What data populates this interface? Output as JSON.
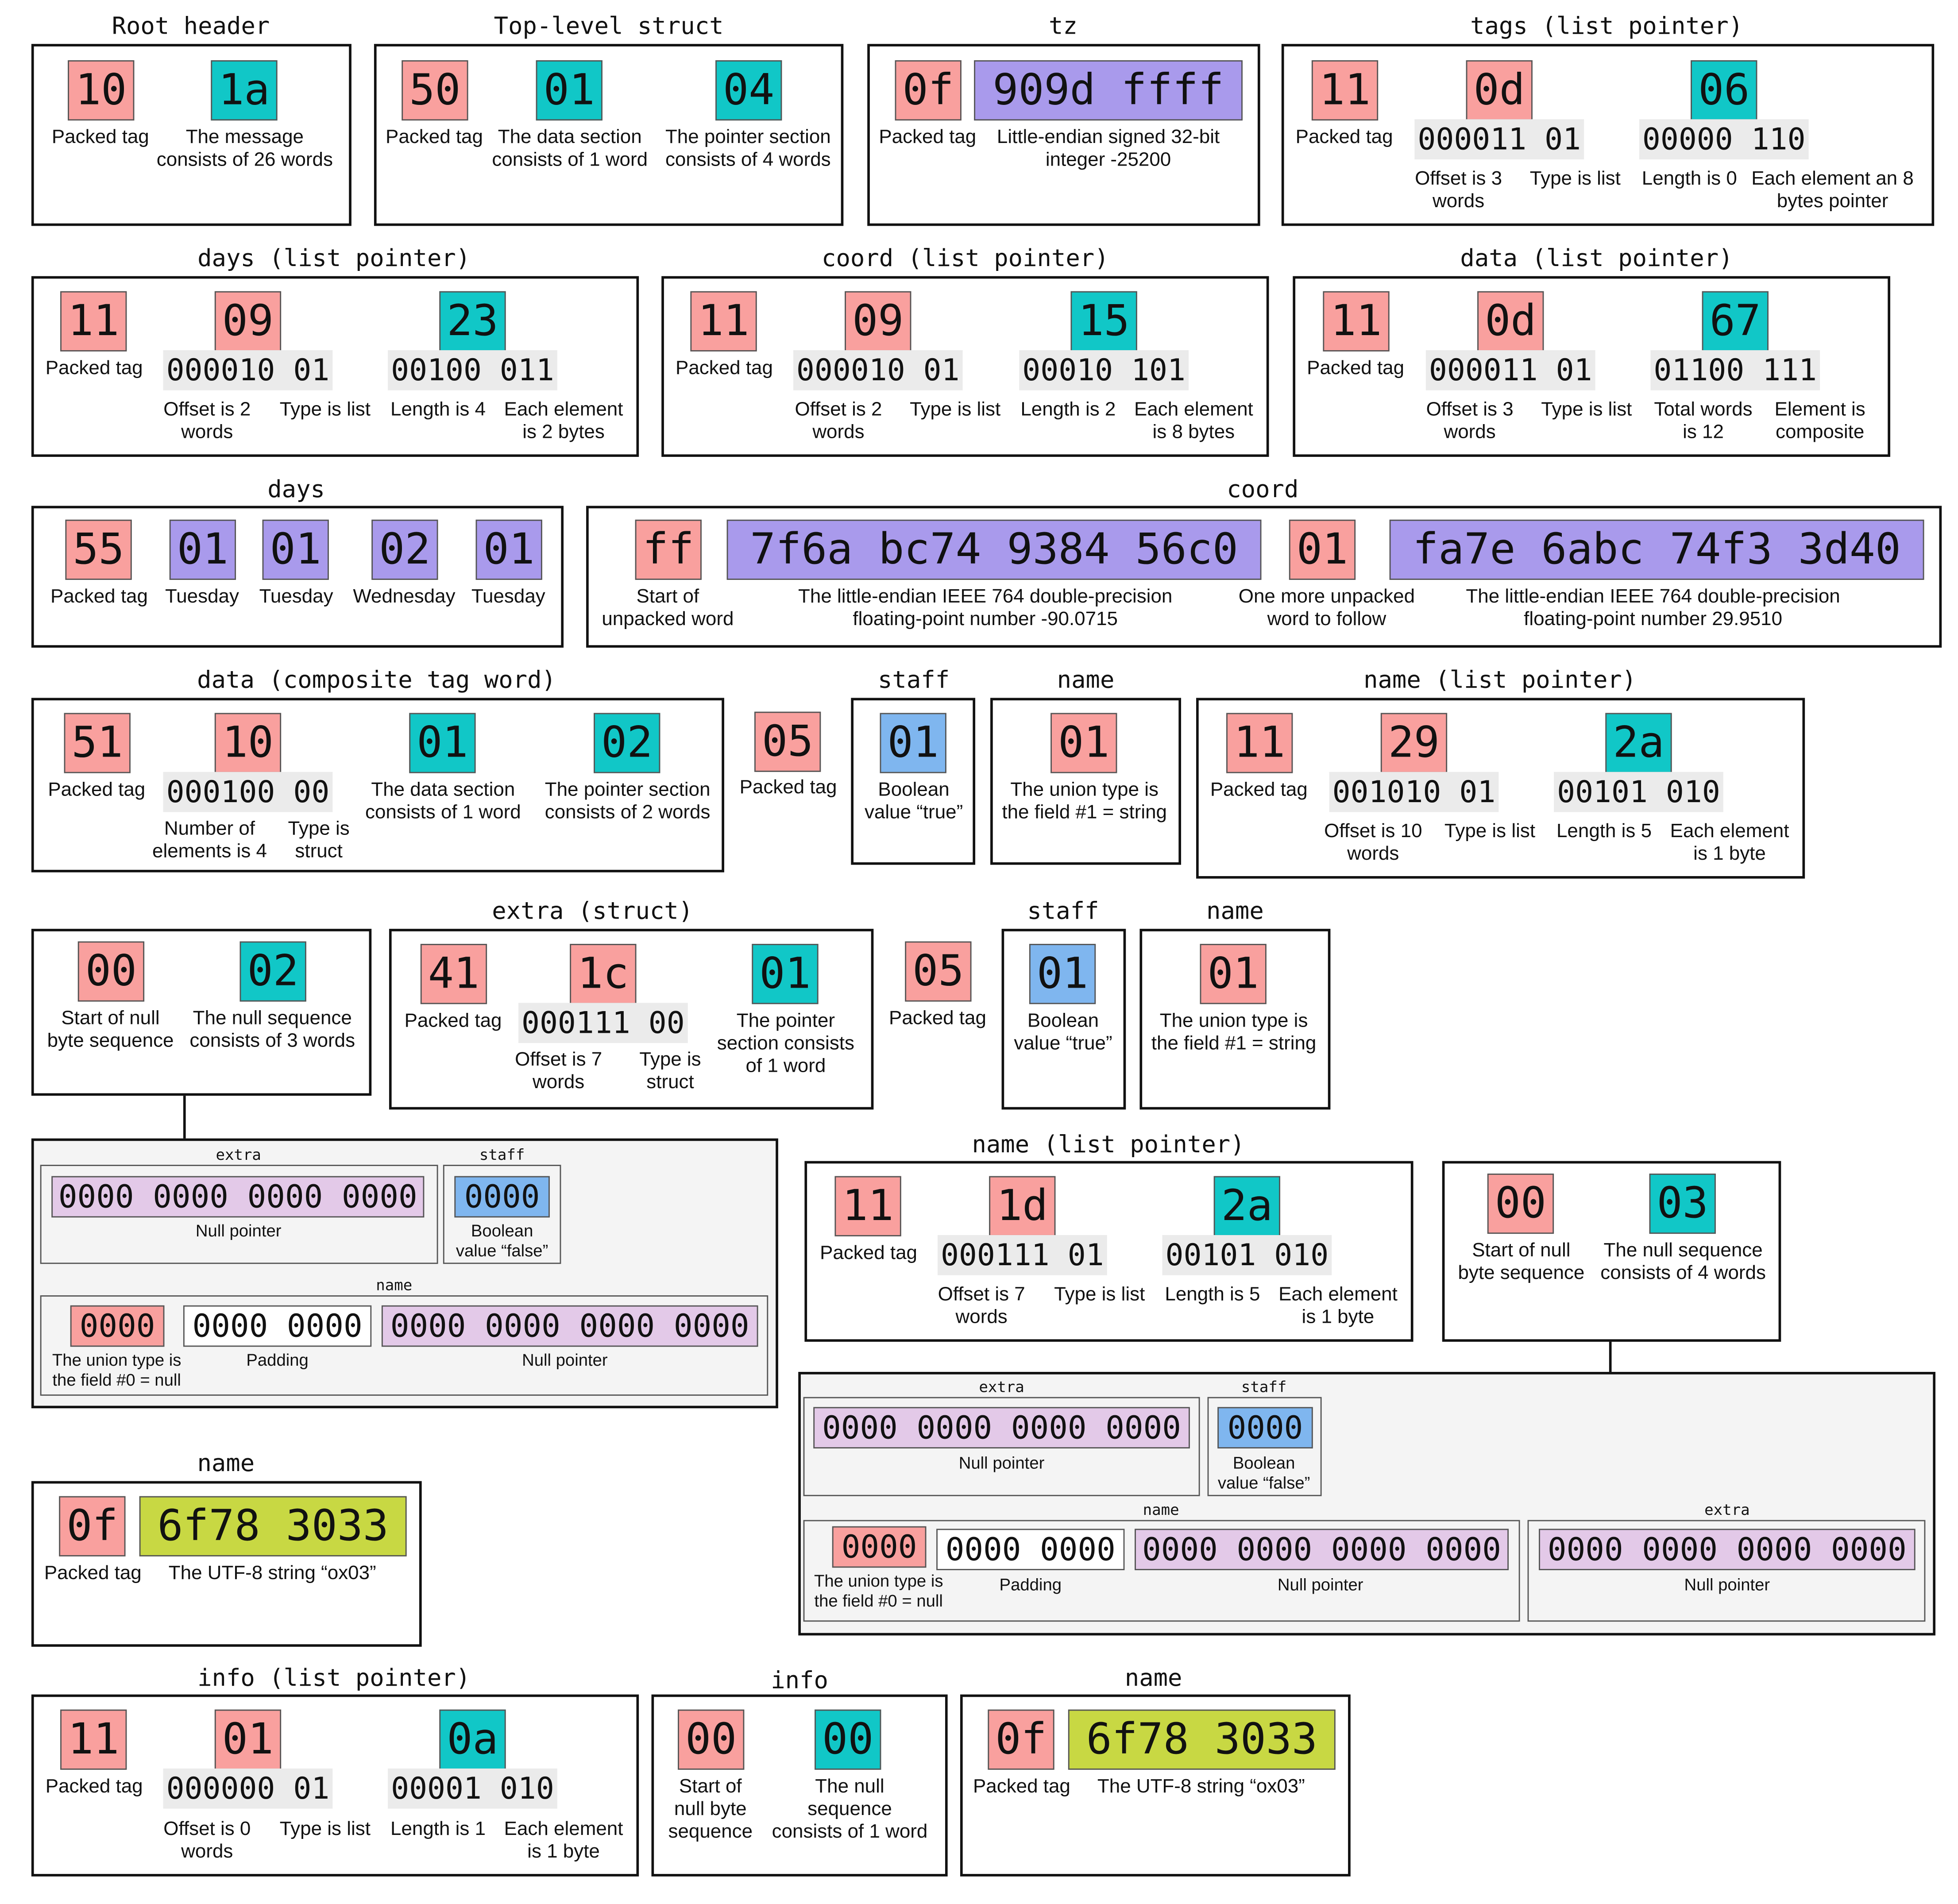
{
  "colors": {
    "tag": "#f9a09e",
    "count": "#11c7c7",
    "boolean": "#7fb6ef",
    "value": "#a99aec",
    "null_pointer": "#e3c9e8",
    "string": "#c8d843",
    "binary": "#ebebeb"
  },
  "root": {
    "title": "Root header",
    "tag": "10",
    "count": "1a",
    "tag_label": "Packed tag",
    "count_label": "The message\nconsists of 26 words"
  },
  "top": {
    "title": "Top-level struct",
    "tag": "50",
    "data": "01",
    "ptr": "04",
    "tag_label": "Packed tag",
    "data_label": "The data section\nconsists of 1 word",
    "ptr_label": "The pointer section\nconsists of 4 words"
  },
  "tz": {
    "title": "tz",
    "tag": "0f",
    "value": "909d ffff",
    "tag_label": "Packed tag",
    "value_label": "Little-endian signed 32-bit\ninteger -25200"
  },
  "tags_ptr": {
    "title": "tags (list pointer)",
    "tag": "11",
    "b1": "0d",
    "b2": "06",
    "bin1": "000011 01",
    "bin2": "00000 110",
    "tag_label": "Packed tag",
    "l1": "Offset is 3\nwords",
    "l2": "Type is list",
    "l3": "Length is 0",
    "l4": "Each element an 8\nbytes pointer"
  },
  "days_ptr": {
    "title": "days (list pointer)",
    "tag": "11",
    "b1": "09",
    "b2": "23",
    "bin1": "000010 01",
    "bin2": "00100 011",
    "tag_label": "Packed tag",
    "l1": "Offset is 2\nwords",
    "l2": "Type is list",
    "l3": "Length is 4",
    "l4": "Each element\nis 2 bytes"
  },
  "coord_ptr": {
    "title": "coord (list pointer)",
    "tag": "11",
    "b1": "09",
    "b2": "15",
    "bin1": "000010 01",
    "bin2": "00010 101",
    "tag_label": "Packed tag",
    "l1": "Offset is 2\nwords",
    "l2": "Type is list",
    "l3": "Length is 2",
    "l4": "Each element\nis 8 bytes"
  },
  "data_ptr": {
    "title": "data (list pointer)",
    "tag": "11",
    "b1": "0d",
    "b2": "67",
    "bin1": "000011 01",
    "bin2": "01100 111",
    "tag_label": "Packed tag",
    "l1": "Offset is 3\nwords",
    "l2": "Type is list",
    "l3": "Total words\nis 12",
    "l4": "Element is\ncomposite"
  },
  "days": {
    "title": "days",
    "tag": "55",
    "v1": "01",
    "v2": "01",
    "v3": "02",
    "v4": "01",
    "tag_label": "Packed tag",
    "l1": "Tuesday",
    "l2": "Tuesday",
    "l3": "Wednesday",
    "l4": "Tuesday"
  },
  "coord": {
    "title": "coord",
    "start": "ff",
    "f1": "7f6a bc74 9384 56c0",
    "more": "01",
    "f2": "fa7e 6abc 74f3 3d40",
    "start_label": "Start of\nunpacked word",
    "f1_label": "The little-endian IEEE 764 double-precision\nfloating-point number -90.0715",
    "more_label": "One more unpacked\nword to follow",
    "f2_label": "The little-endian IEEE 764 double-precision\nfloating-point number 29.9510"
  },
  "data_tag": {
    "title": "data (composite tag word)",
    "tag": "51",
    "b1": "10",
    "b2": "01",
    "b3": "02",
    "bin1": "000100 00",
    "tag_label": "Packed tag",
    "l1": "Number of\nelements is 4",
    "l2": "Type is\nstruct",
    "l3": "The data section\nconsists of 1 word",
    "l4": "The pointer section\nconsists of 2 words"
  },
  "packed1": {
    "tag": "05",
    "label": "Packed tag"
  },
  "staff1": {
    "title": "staff",
    "value": "01",
    "label": "Boolean\nvalue “true”"
  },
  "name_u1": {
    "title": "name",
    "value": "01",
    "label": "The union type is\nthe field #1 = string"
  },
  "name_ptr1": {
    "title": "name (list pointer)",
    "tag": "11",
    "b1": "29",
    "b2": "2a",
    "bin1": "001010 01",
    "bin2": "00101 010",
    "tag_label": "Packed tag",
    "l1": "Offset is 10\nwords",
    "l2": "Type is list",
    "l3": "Length is 5",
    "l4": "Each element\nis 1 byte"
  },
  "null1": {
    "start": "00",
    "count": "02",
    "start_label": "Start of null\nbyte sequence",
    "count_label": "The null sequence\nconsists of 3 words"
  },
  "extra": {
    "title": "extra (struct)",
    "tag": "41",
    "b1": "1c",
    "b2": "01",
    "bin1": "000111 00",
    "tag_label": "Packed tag",
    "l1": "Offset is 7\nwords",
    "l2": "Type is\nstruct",
    "l3": "The pointer\nsection consists\nof 1 word"
  },
  "packed2": {
    "tag": "05",
    "label": "Packed tag"
  },
  "staff2": {
    "title": "staff",
    "value": "01",
    "label": "Boolean\nvalue “true”"
  },
  "name_u2": {
    "title": "name",
    "value": "01",
    "label": "The union type is\nthe field #1 = string"
  },
  "nulls1": {
    "extra_title": "extra",
    "extra_val": "0000 0000 0000 0000",
    "extra_label": "Null pointer",
    "staff_title": "staff",
    "staff_val": "0000",
    "staff_label": "Boolean\nvalue “false”",
    "name_title": "name",
    "union_val": "0000",
    "union_label": "The union type is\nthe field #0 = null",
    "pad_val": "0000 0000",
    "pad_label": "Padding",
    "ptr_val": "0000 0000 0000 0000",
    "ptr_label": "Null pointer"
  },
  "name_ptr2": {
    "title": "name (list pointer)",
    "tag": "11",
    "b1": "1d",
    "b2": "2a",
    "bin1": "000111 01",
    "bin2": "00101 010",
    "tag_label": "Packed tag",
    "l1": "Offset is 7\nwords",
    "l2": "Type is list",
    "l3": "Length is 5",
    "l4": "Each element\nis 1 byte"
  },
  "null2": {
    "start": "00",
    "count": "03",
    "start_label": "Start of null\nbyte sequence",
    "count_label": "The null sequence\nconsists of 4 words"
  },
  "nulls2": {
    "extra_title": "extra",
    "extra_val": "0000 0000 0000 0000",
    "extra_label": "Null pointer",
    "staff_title": "staff",
    "staff_val": "0000",
    "staff_label": "Boolean\nvalue “false”",
    "name_title": "name",
    "union_val": "0000",
    "union_label": "The union type is\nthe field #0 = null",
    "pad_val": "0000 0000",
    "pad_label": "Padding",
    "ptr_val": "0000 0000 0000 0000",
    "ptr_label": "Null pointer",
    "extra2_title": "extra",
    "extra2_val": "0000 0000 0000 0000",
    "extra2_label": "Null pointer"
  },
  "name_str1": {
    "title": "name",
    "tag": "0f",
    "value": "6f78 3033",
    "tag_label": "Packed tag",
    "value_label": "The UTF-8 string “ox03”"
  },
  "info_ptr": {
    "title": "info (list pointer)",
    "tag": "11",
    "b1": "01",
    "b2": "0a",
    "bin1": "000000 01",
    "bin2": "00001 010",
    "tag_label": "Packed tag",
    "l1": "Offset is 0\nwords",
    "l2": "Type is list",
    "l3": "Length is 1",
    "l4": "Each element\nis 1 byte"
  },
  "info": {
    "title": "info",
    "start": "00",
    "count": "00",
    "start_label": "Start of\nnull byte\nsequence",
    "count_label": "The null\nsequence\nconsists of 1 word"
  },
  "name_str2": {
    "title": "name",
    "tag": "0f",
    "value": "6f78 3033",
    "tag_label": "Packed tag",
    "value_label": "The UTF-8 string “ox03”"
  }
}
